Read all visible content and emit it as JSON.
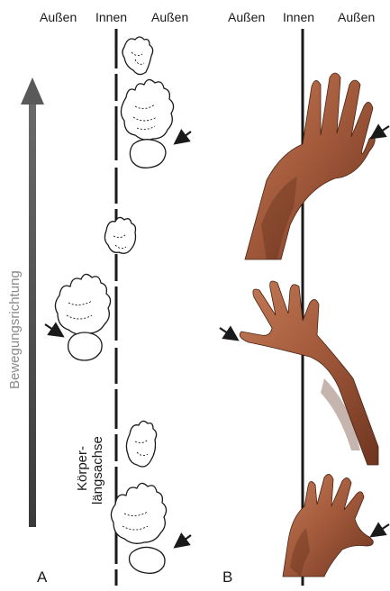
{
  "panel_a": {
    "label": "A",
    "columns": {
      "left": "Außen",
      "center": "Innen",
      "right": "Außen"
    },
    "direction_label": "Bewegungsrichtung",
    "axis_label_line1": "Körper-",
    "axis_label_line2": "längsachse"
  },
  "panel_b": {
    "label": "B",
    "columns": {
      "left": "Außen",
      "center": "Innen",
      "right": "Außen"
    }
  },
  "colors": {
    "ink": "#1a1a1a",
    "arrow_gray": "#595959",
    "label_gray": "#8a8a8a",
    "skin": "#a0583a"
  }
}
